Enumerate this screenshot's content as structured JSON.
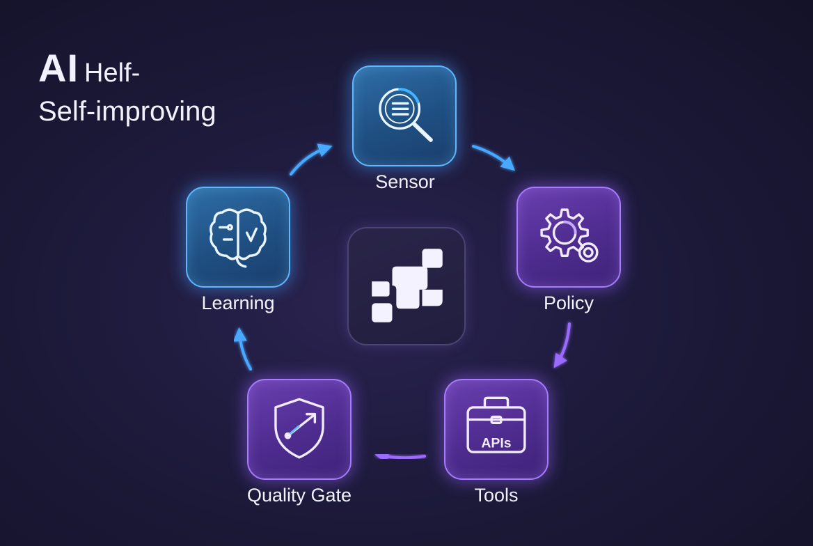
{
  "header": {
    "title_ai": "AI",
    "title_rest": "Helf-",
    "subtitle": "Self-improving"
  },
  "nodes": {
    "sensor": {
      "label": "Sensor",
      "icon": "magnifier-icon",
      "color": "#5fb8ff"
    },
    "policy": {
      "label": "Policy",
      "icon": "gears-icon",
      "color": "#a77bff"
    },
    "tools": {
      "label": "Tools",
      "icon": "toolbox-icon",
      "icon_text": "APIs",
      "color": "#a77bff"
    },
    "quality_gate": {
      "label": "Quality Gate",
      "icon": "shield-icon",
      "color": "#a77bff"
    },
    "learning": {
      "label": "Learning",
      "icon": "brain-icon",
      "color": "#5fb8ff"
    }
  },
  "center": {
    "icon": "logo-icon"
  },
  "arrows": {
    "learning_to_sensor": "#4aa8ff",
    "sensor_to_policy": "#4aa8ff",
    "policy_to_tools": "#9b6bff",
    "tools_to_quality": "#9b6bff",
    "quality_to_learning": "#4aa8ff"
  }
}
